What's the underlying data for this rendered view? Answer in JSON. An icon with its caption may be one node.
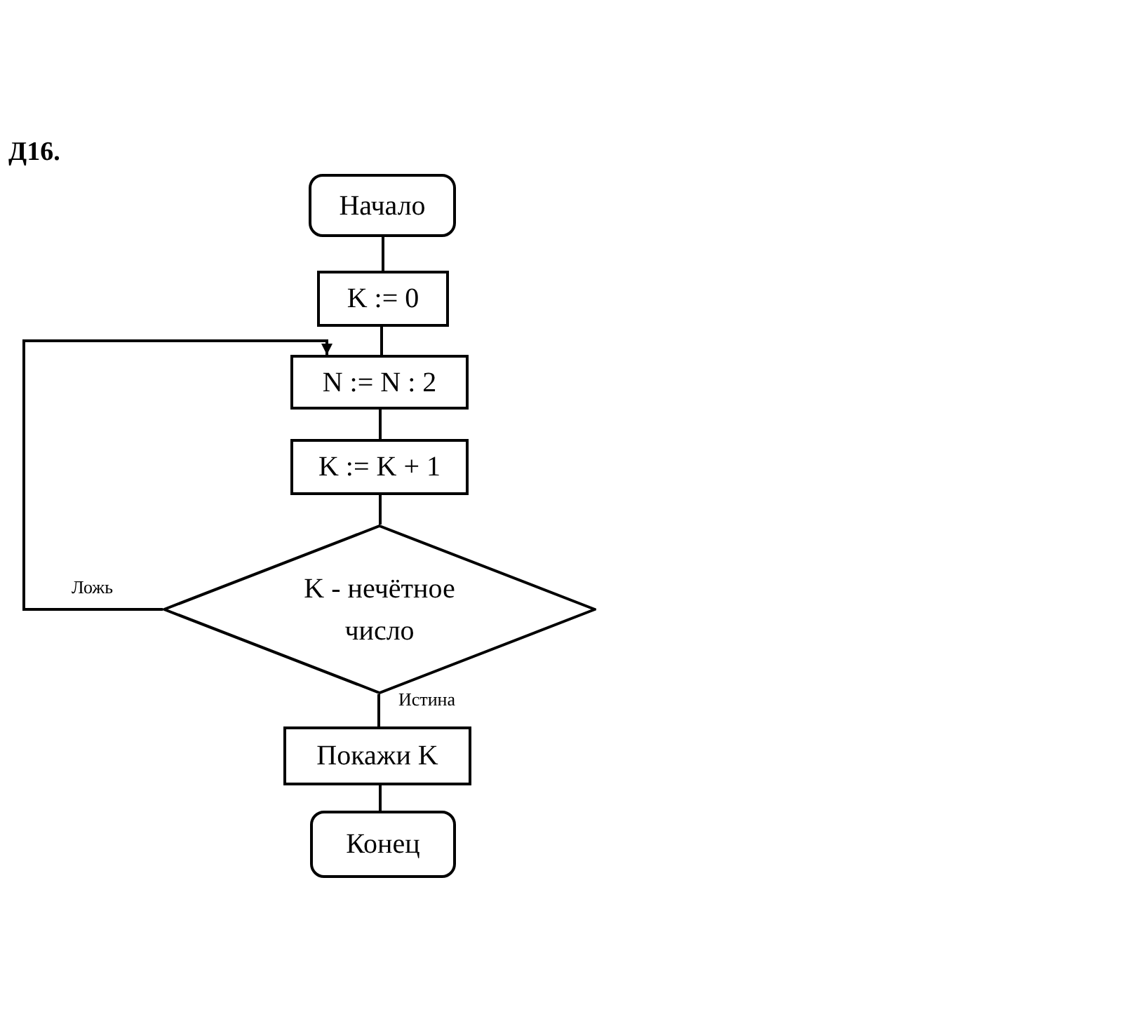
{
  "diagram": {
    "title": "Д16.",
    "nodes": [
      {
        "text": [
          "Начало"
        ]
      },
      {
        "text": [
          "K := 0"
        ]
      },
      {
        "text": [
          "N := N : 2"
        ]
      },
      {
        "text": [
          "K := K + 1"
        ]
      },
      {
        "text": [
          "K - нечётное число"
        ]
      },
      {
        "text": [
          "Покажи K"
        ]
      },
      {
        "text": [
          "Конец"
        ]
      }
    ],
    "edges": [
      {
        "from": 0,
        "to": 1,
        "arrow": "none"
      },
      {
        "from": 1,
        "to": 2,
        "arrow": "none"
      },
      {
        "from": 2,
        "to": 3,
        "arrow": "none"
      },
      {
        "from": 3,
        "to": 4,
        "arrow": "none"
      },
      {
        "from": 4,
        "to": 2,
        "arrow": "to",
        "label": "Ложь"
      },
      {
        "from": 4,
        "to": 5,
        "arrow": "none",
        "label": "Истина"
      },
      {
        "from": 5,
        "to": 6,
        "arrow": "none"
      }
    ]
  }
}
